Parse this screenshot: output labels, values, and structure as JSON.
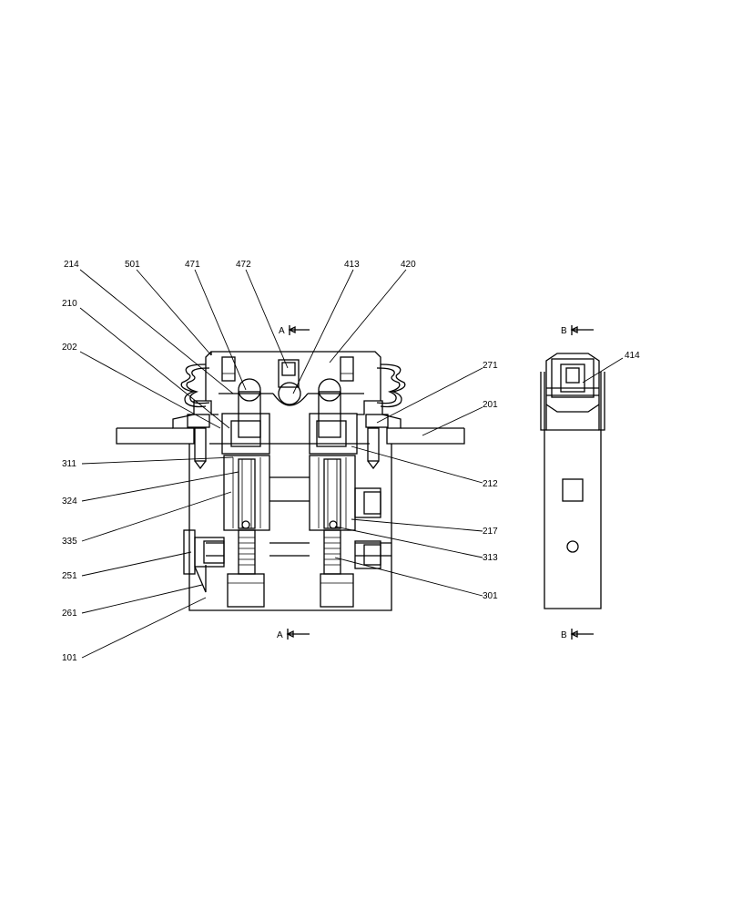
{
  "drawing": {
    "part_labels": {
      "p214": "214",
      "p501": "501",
      "p471": "471",
      "p472": "472",
      "p413": "413",
      "p420": "420",
      "p210": "210",
      "p202": "202",
      "p271": "271",
      "p201": "201",
      "p311": "311",
      "p212": "212",
      "p324": "324",
      "p335": "335",
      "p217": "217",
      "p313": "313",
      "p251": "251",
      "p301": "301",
      "p261": "261",
      "p101": "101",
      "p414": "414"
    },
    "section_markers": {
      "a_top": "A",
      "a_bottom": "A",
      "b_top": "B",
      "b_bottom": "B"
    }
  }
}
